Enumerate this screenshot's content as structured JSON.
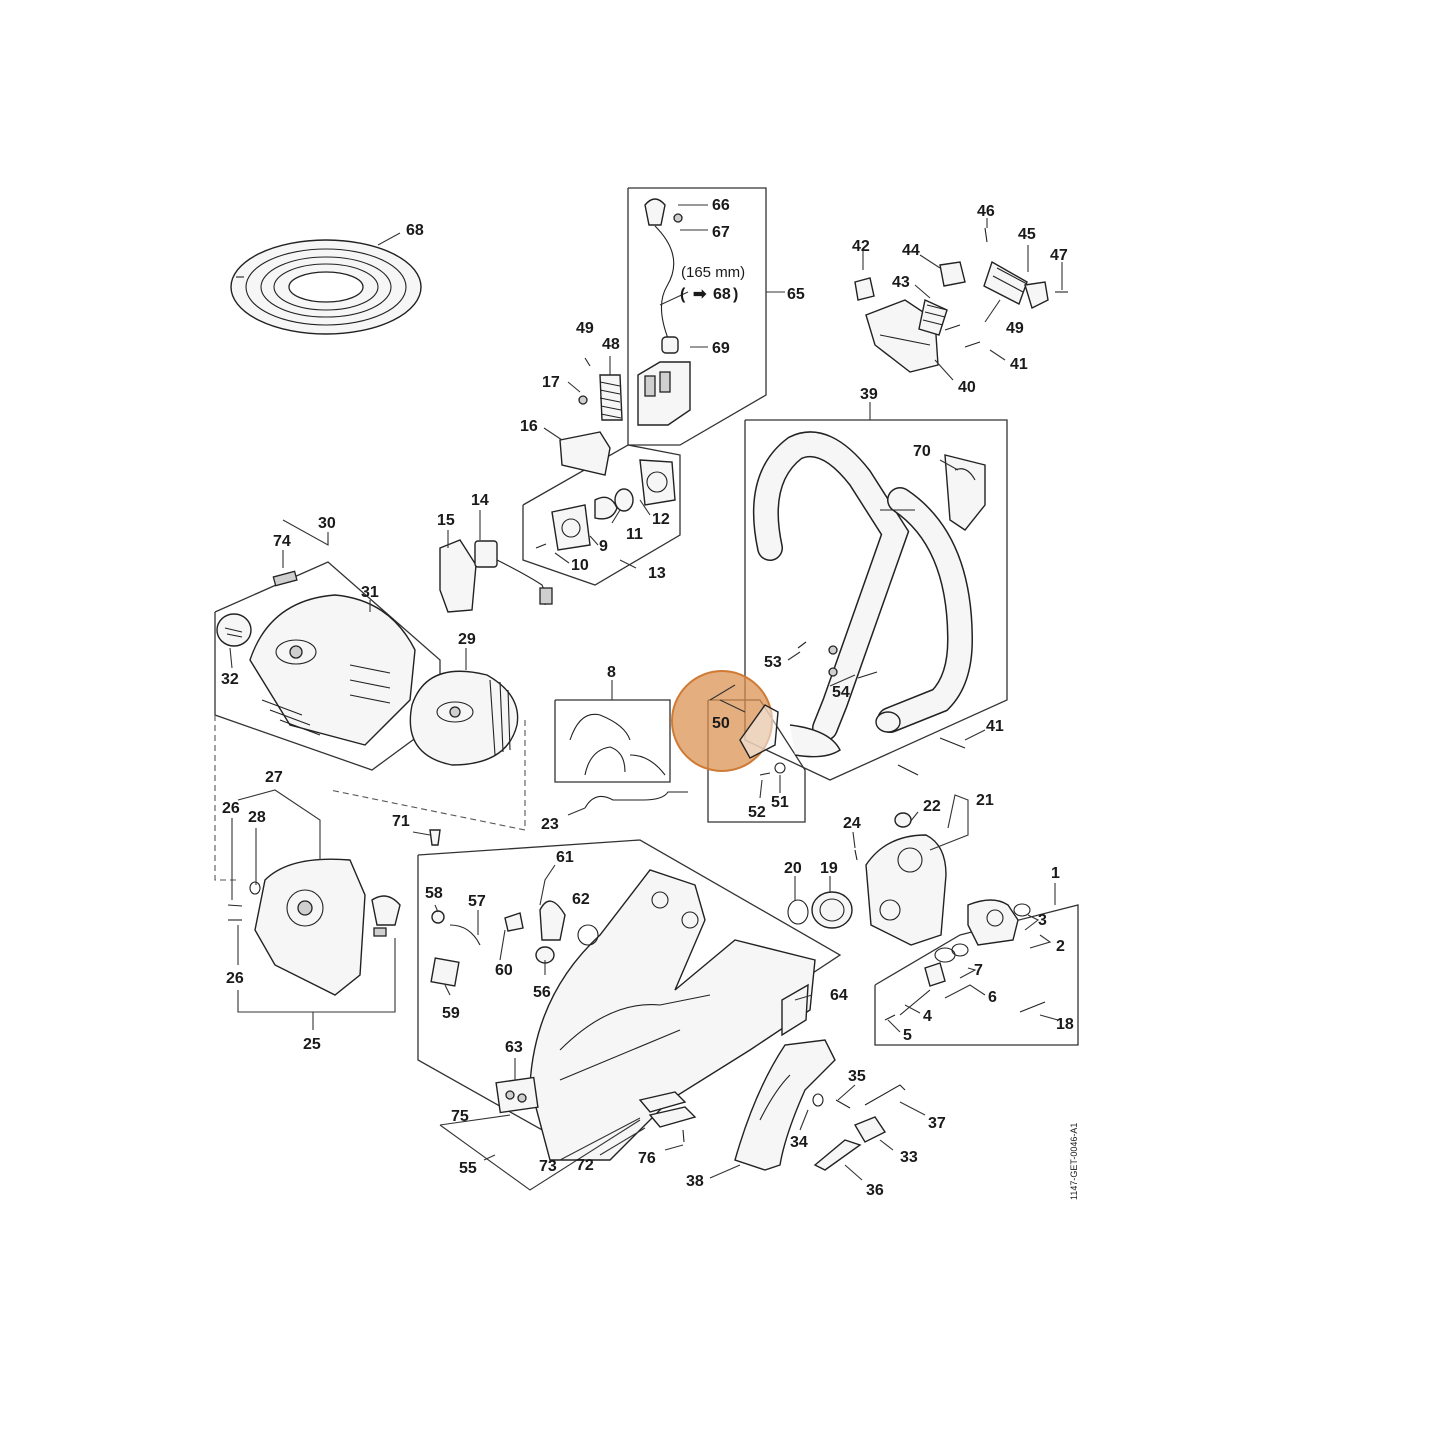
{
  "diagram_code": "1147-GET-0046-A1",
  "highlight": {
    "label": "50",
    "color": "#d98f4e"
  },
  "callouts": {
    "c1": "1",
    "c2": "2",
    "c3": "3",
    "c4": "4",
    "c5": "5",
    "c6": "6",
    "c7": "7",
    "c8": "8",
    "c9": "9",
    "c10": "10",
    "c11": "11",
    "c12": "12",
    "c13": "13",
    "c14": "14",
    "c15": "15",
    "c16": "16",
    "c17": "17",
    "c18": "18",
    "c19": "19",
    "c20": "20",
    "c21": "21",
    "c22": "22",
    "c23": "23",
    "c24": "24",
    "c25": "25",
    "c26a": "26",
    "c26b": "26",
    "c27": "27",
    "c28": "28",
    "c29": "29",
    "c30": "30",
    "c31": "31",
    "c32": "32",
    "c33": "33",
    "c34": "34",
    "c35": "35",
    "c36": "36",
    "c37": "37",
    "c38": "38",
    "c39": "39",
    "c40": "40",
    "c41a": "41",
    "c41b": "41",
    "c42": "42",
    "c43": "43",
    "c44": "44",
    "c45": "45",
    "c46": "46",
    "c47": "47",
    "c48": "48",
    "c49a": "49",
    "c49b": "49",
    "c51": "51",
    "c52": "52",
    "c53": "53",
    "c54": "54",
    "c55": "55",
    "c56": "56",
    "c57": "57",
    "c58": "58",
    "c59": "59",
    "c60": "60",
    "c61": "61",
    "c62": "62",
    "c63": "63",
    "c64": "64",
    "c65": "65",
    "c66": "66",
    "c67": "67",
    "c68a": "68",
    "c69": "69",
    "c70": "70",
    "c71": "71",
    "c72": "72",
    "c73": "73",
    "c74": "74",
    "c75": "75",
    "c76": "76"
  },
  "wire_note": {
    "length": "(165 mm)",
    "arrow_open": "(",
    "arrow_glyph": "➡",
    "ref": "68",
    "close": ")"
  }
}
